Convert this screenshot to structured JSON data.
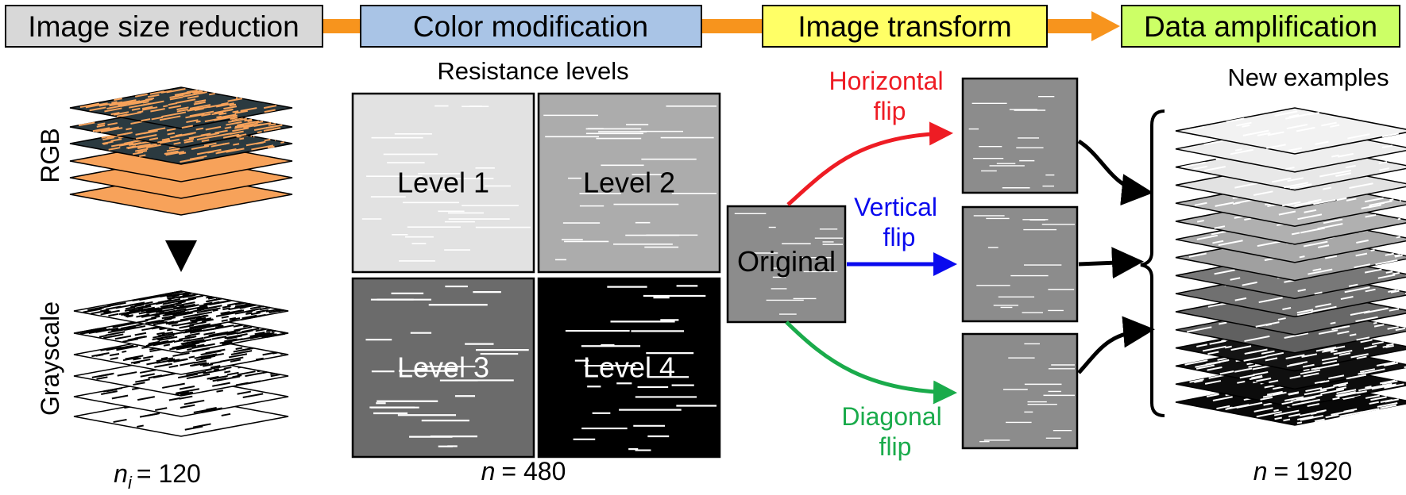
{
  "stages": [
    {
      "label": "Image size reduction",
      "fill": "#d8d8d8"
    },
    {
      "label": "Color modification",
      "fill": "#a9c4e6"
    },
    {
      "label": "Image transform",
      "fill": "#ffff66"
    },
    {
      "label": "Data amplification",
      "fill": "#ccff66"
    }
  ],
  "connector_color": "#f7941d",
  "reduction": {
    "rgb_label": "RGB",
    "grayscale_label": "Grayscale",
    "rgb_color": "#f7a25a",
    "rgb_dark": "#2b3a40",
    "count": {
      "symbol": "n",
      "subscript": "i",
      "text": "= 120"
    }
  },
  "color_modification": {
    "title": "Resistance levels",
    "levels": [
      {
        "label": "Level 1",
        "fill": "#e2e2e2",
        "line": "#ffffff",
        "text_color": "#000000"
      },
      {
        "label": "Level 2",
        "fill": "#acacac",
        "line": "#ffffff",
        "text_color": "#000000"
      },
      {
        "label": "Level 3",
        "fill": "#6b6b6b",
        "line": "#ffffff",
        "text_color": "#ffffff"
      },
      {
        "label": "Level 4",
        "fill": "#000000",
        "line": "#ffffff",
        "text_color": "#ffffff"
      }
    ],
    "count": {
      "symbol": "n",
      "text": "= 480"
    }
  },
  "image_transform": {
    "original_label": "Original",
    "tile_fill": "#8c8c8c",
    "flips": [
      {
        "line1": "Horizontal",
        "line2": "flip",
        "color": "#ee1c24"
      },
      {
        "line1": "Vertical",
        "line2": "flip",
        "color": "#0a0aee"
      },
      {
        "line1": "Diagonal",
        "line2": "flip",
        "color": "#1aab4b"
      }
    ]
  },
  "data_amplification": {
    "title": "New examples",
    "layer_fills": [
      "#f2f2f2",
      "#eeeeee",
      "#e8e8e8",
      "#e2e2e2",
      "#b8b8b8",
      "#b0b0b0",
      "#a8a8a8",
      "#a0a0a0",
      "#787878",
      "#707070",
      "#686868",
      "#606060",
      "#141414",
      "#101010",
      "#0c0c0c",
      "#080808"
    ],
    "count": {
      "symbol": "n",
      "text": "= 1920"
    }
  }
}
